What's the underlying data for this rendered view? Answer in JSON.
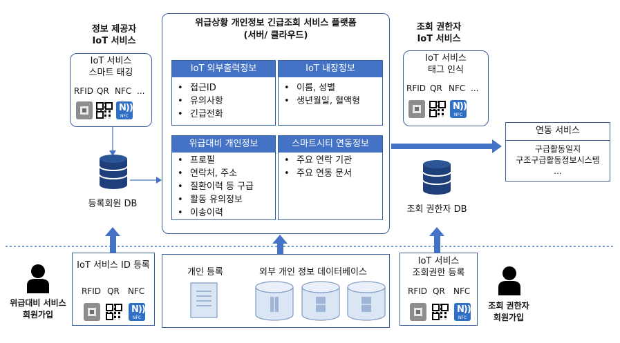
{
  "provider": {
    "title1": "정보 제공자",
    "title2": "IoT 서비스"
  },
  "provider_box": {
    "line1": "IoT 서비스",
    "line2": "스마트 태깅",
    "tags": [
      "RFID",
      "QR",
      "NFC",
      "..."
    ]
  },
  "provider_db": "등록회원 DB",
  "platform": {
    "title1": "위급상황 개인정보 긴급조회 서비스 플랫폼",
    "title2": "(서버/ 클라우드)",
    "panels": [
      {
        "header": "IoT 외부출력정보",
        "items": [
          "접근ID",
          "유의사항",
          "긴급전화"
        ]
      },
      {
        "header": "IoT 내장정보",
        "items": [
          "이름, 성별",
          "생년월일, 혈액형"
        ]
      },
      {
        "header": "위급대비 개인정보",
        "items": [
          "프로필",
          "연락처, 주소",
          "질환이력 등 구급",
          "활동 유의정보",
          "이송이력"
        ]
      },
      {
        "header": "스마트시티 연동정보",
        "items": [
          "주요 연락 기관",
          "주요 연동 문서"
        ]
      }
    ]
  },
  "viewer": {
    "title1": "조회 권한자",
    "title2": "IoT 서비스"
  },
  "viewer_box": {
    "line1": "IoT 서비스",
    "line2": "태그 인식",
    "tags": [
      "RFID",
      "QR",
      "NFC",
      "..."
    ]
  },
  "linked": {
    "title": "연동 서비스",
    "items": [
      "구급활동일지",
      "구조구급활동정보시스템",
      "..."
    ]
  },
  "viewer_db": "조회 권한자 DB",
  "bottom_left": {
    "title": "IoT 서비스 ID 등록",
    "tags": [
      "RFID",
      "QR",
      "NFC"
    ]
  },
  "bottom_center": {
    "register": "개인 등록",
    "external_db": "외부 개인 정보 데이터베이스"
  },
  "bottom_right": {
    "line1": "IoT 서비스",
    "line2": "조회권한 등록",
    "tags": [
      "RFID",
      "QR",
      "NFC"
    ]
  },
  "person_left": {
    "line1": "위급대비 서비스",
    "line2": "회원가입"
  },
  "person_right": {
    "line1": "조회 권한자",
    "line2": "회원가입"
  },
  "colors": {
    "accent": "#4472c4",
    "border": "#3a5f9e",
    "dotted": "#4a7ab5"
  },
  "icons": [
    "rfid-chip-icon",
    "qr-code-icon",
    "nfc-icon",
    "database-icon",
    "person-icon",
    "document-icon",
    "cylinder-db-icon"
  ]
}
